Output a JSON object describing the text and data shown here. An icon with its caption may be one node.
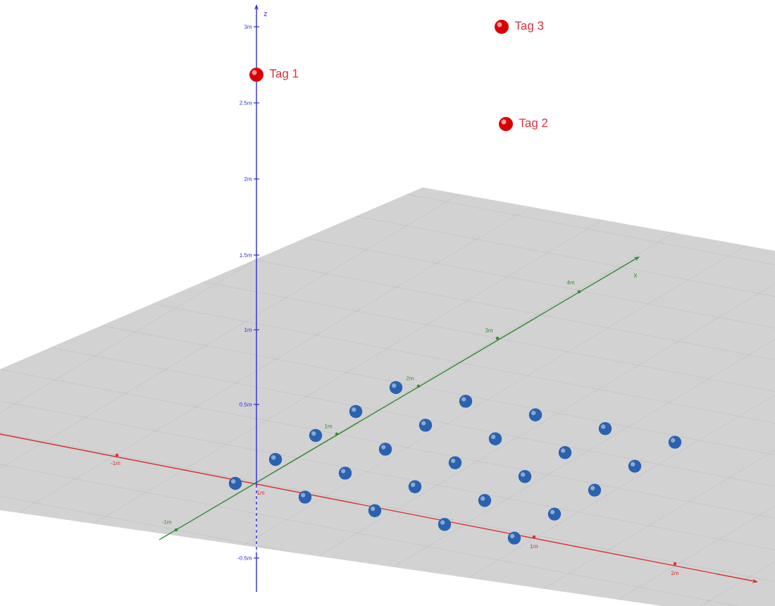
{
  "diagram": {
    "labels": [
      "z",
      "3m",
      "Tag 3",
      "Tag 1",
      "2.5m",
      "Tag 2",
      "2m",
      "1.5m",
      "x",
      "4m",
      "3m",
      "1m",
      "2m",
      "0.5m",
      "1m",
      "-1m",
      "1m",
      "-1m",
      "-0.5m",
      "1m",
      "2m"
    ]
  }
}
